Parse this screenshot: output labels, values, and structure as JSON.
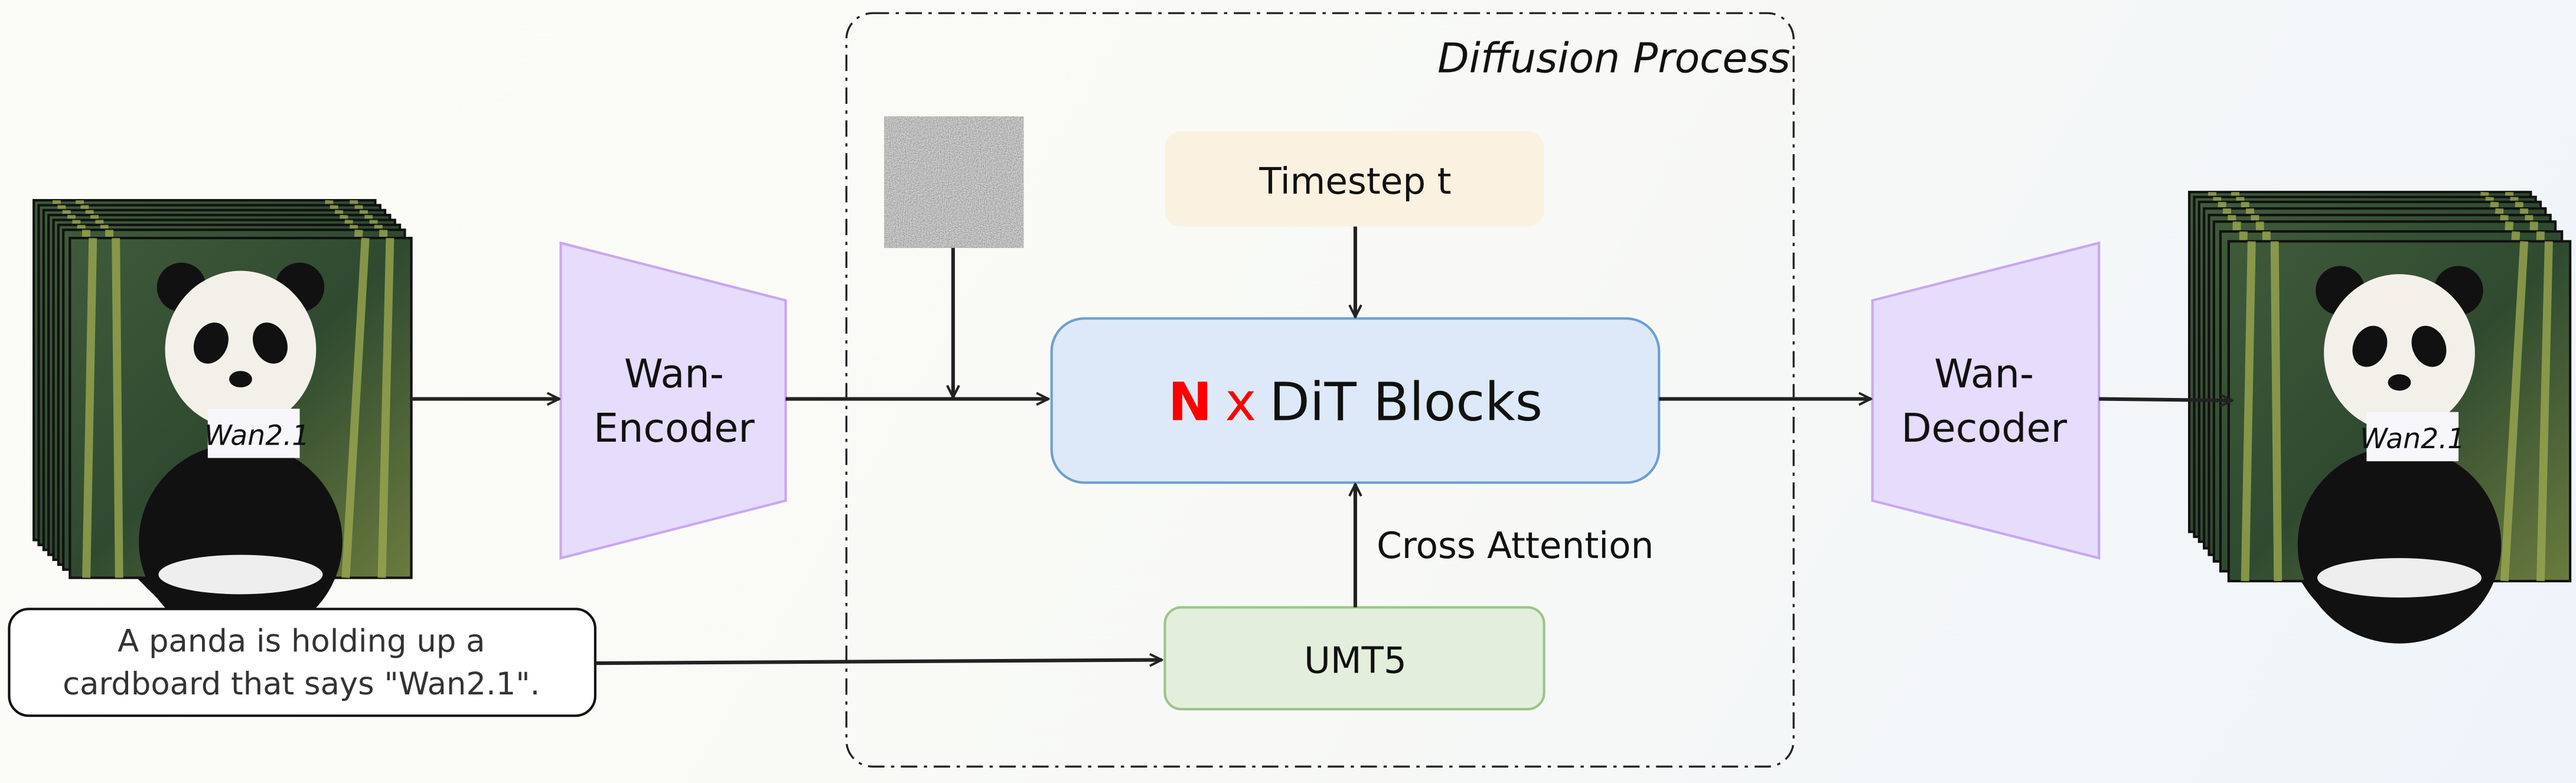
{
  "diagram": {
    "region_label": "Diffusion Process",
    "encoder": {
      "line1": "Wan-",
      "line2": "Encoder"
    },
    "decoder": {
      "line1": "Wan-",
      "line2": "Decoder"
    },
    "dit": {
      "count": "N",
      "times": "x",
      "label": "DiT Blocks"
    },
    "timestep": "Timestep t",
    "umt5": "UMT5",
    "cross_attention": "Cross Attention",
    "prompt": {
      "line1": "A panda is holding up a",
      "line2": "cardboard that says \"Wan2.1\"."
    },
    "sign_text": "Wan2.1"
  },
  "colors": {
    "codec_fill": "#e6dcfb",
    "codec_stroke": "#c9a6f2",
    "dit_fill": "#dde9f8",
    "dit_stroke": "#6a9fd4",
    "timestep_fill": "#faf1e0",
    "umt5_fill": "#e3efdc",
    "umt5_stroke": "#9cc48a",
    "accent_red": "#ff0000"
  }
}
